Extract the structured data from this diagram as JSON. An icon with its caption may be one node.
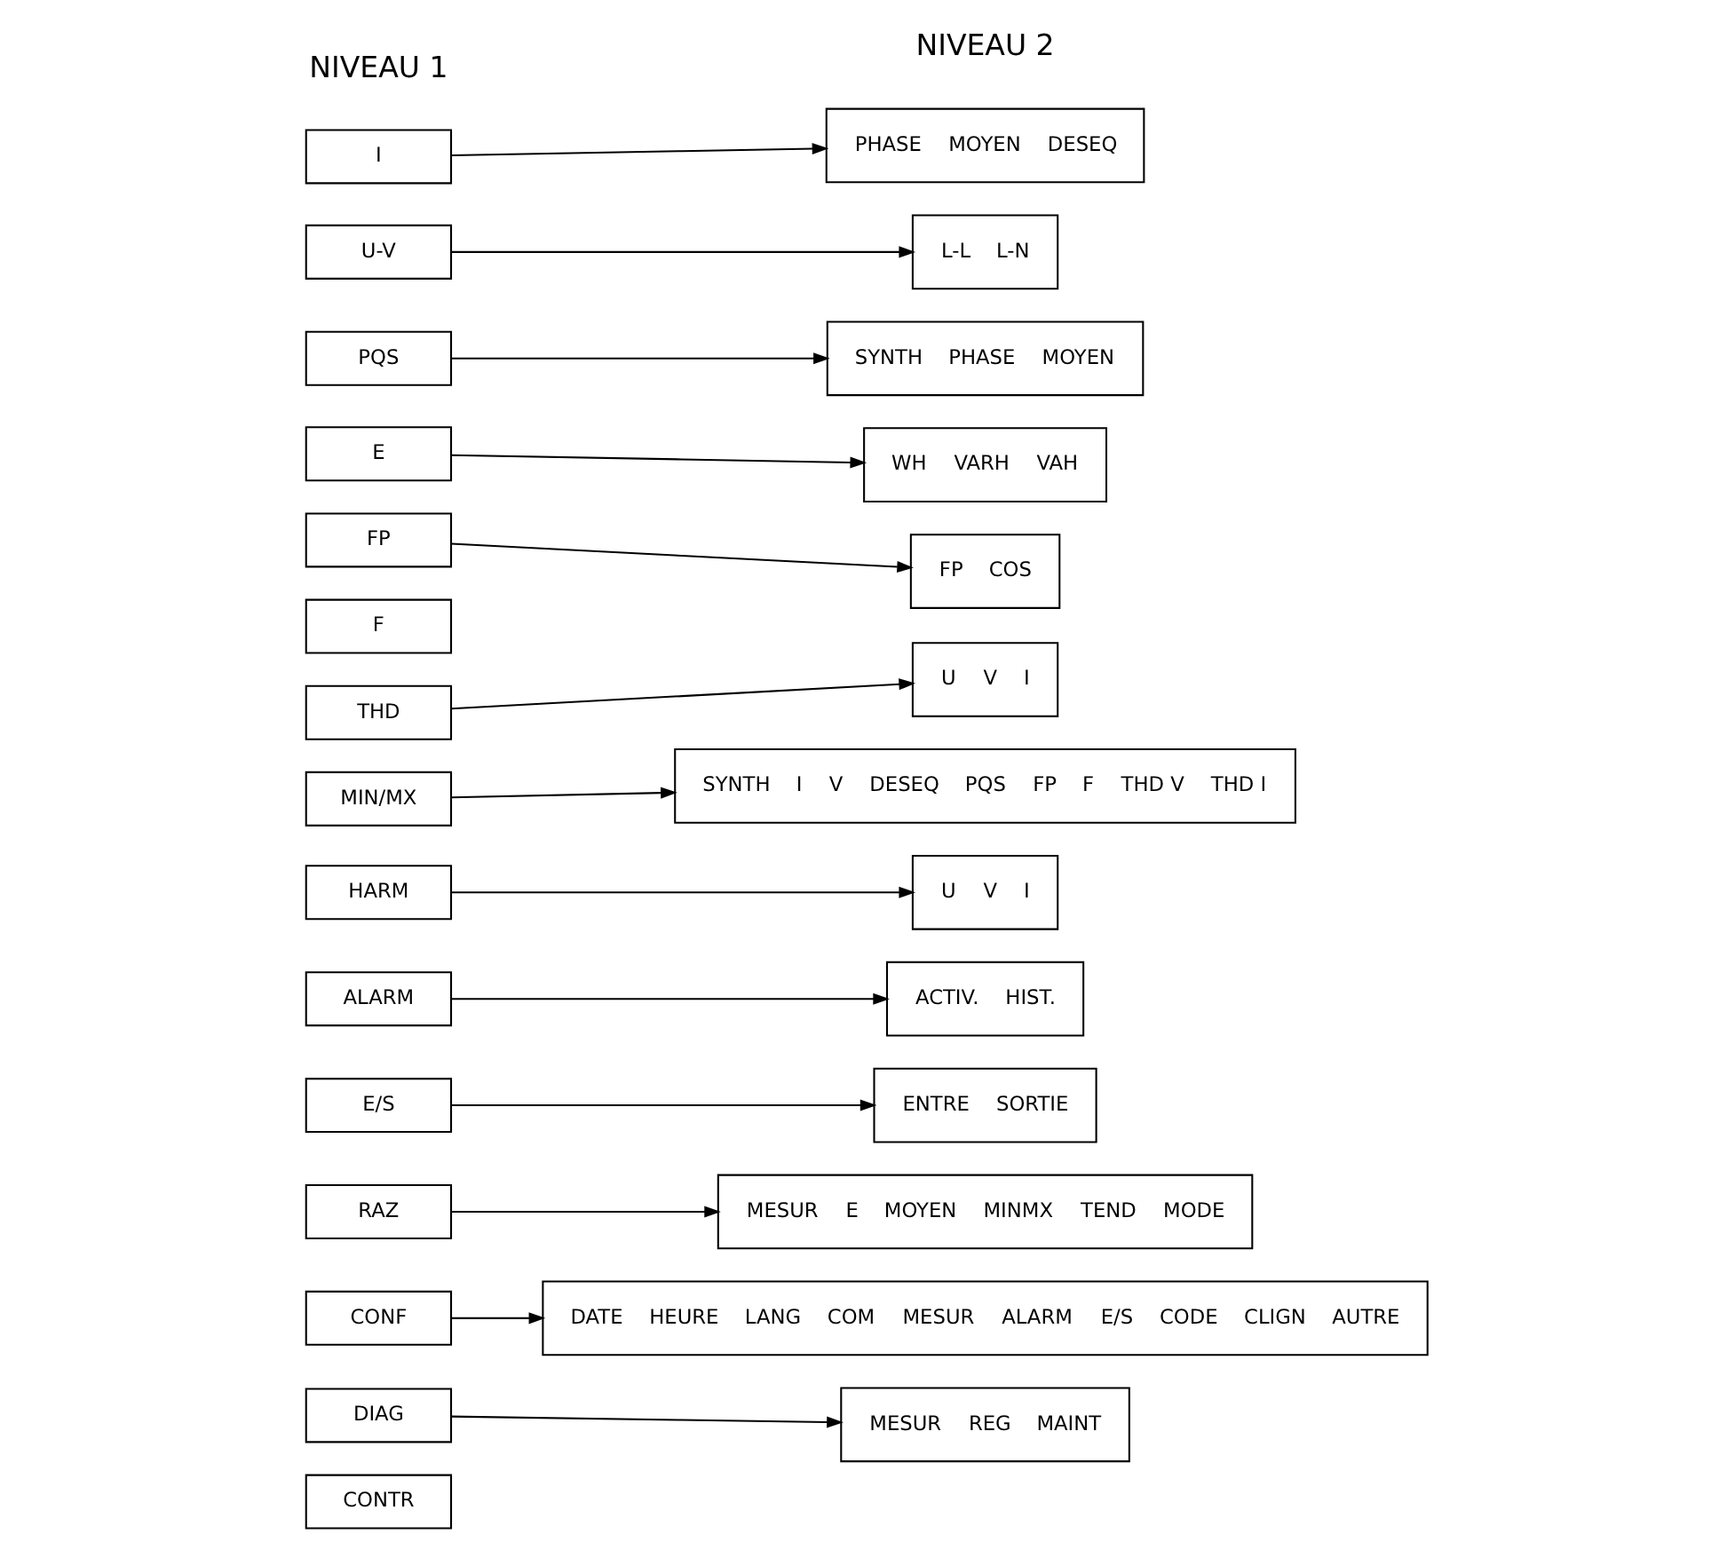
{
  "diagram": {
    "nodes": [
      {
        "text": [
          "I"
        ]
      },
      {
        "text": [
          "PHASE",
          "MOYEN",
          "DESEQ"
        ]
      },
      {
        "text": [
          "U-V"
        ]
      },
      {
        "text": [
          "L-L",
          "L-N"
        ]
      },
      {
        "text": [
          "PQS"
        ]
      },
      {
        "text": [
          "SYNTH",
          "PHASE",
          "MOYEN"
        ]
      },
      {
        "text": [
          "E"
        ]
      },
      {
        "text": [
          "WH",
          "VARH",
          "VAH"
        ]
      },
      {
        "text": [
          "FP"
        ]
      },
      {
        "text": [
          "FP",
          "COS"
        ]
      },
      {
        "text": [
          "F"
        ]
      },
      {
        "text": [
          "THD"
        ]
      },
      {
        "text": [
          "U",
          "V",
          "I"
        ]
      },
      {
        "text": [
          "MIN/MX"
        ]
      },
      {
        "text": [
          "SYNTH",
          "I",
          "V",
          "DESEQ",
          "PQS",
          "FP",
          "F",
          "THD V",
          "THD I"
        ]
      },
      {
        "text": [
          "HARM"
        ]
      },
      {
        "text": [
          "U",
          "V",
          "I"
        ]
      },
      {
        "text": [
          "ALARM"
        ]
      },
      {
        "text": [
          "ACTIV.",
          "HIST."
        ]
      },
      {
        "text": [
          "E/S"
        ]
      },
      {
        "text": [
          "ENTRE",
          "SORTIE"
        ]
      },
      {
        "text": [
          "RAZ"
        ]
      },
      {
        "text": [
          "MESUR",
          "E",
          "MOYEN",
          "MINMX",
          "TEND",
          "MODE"
        ]
      },
      {
        "text": [
          "CONF"
        ]
      },
      {
        "text": [
          "DATE",
          "HEURE",
          "LANG",
          "COM",
          "MESUR",
          "ALARM",
          "E/S",
          "CODE",
          "CLIGN",
          "AUTRE"
        ]
      },
      {
        "text": [
          "DIAG"
        ]
      },
      {
        "text": [
          "MESUR",
          "REG",
          "MAINT"
        ]
      },
      {
        "text": [
          "CONTR"
        ]
      }
    ],
    "edges": [
      {
        "from": 0,
        "to": 1,
        "arrow": "to"
      },
      {
        "from": 2,
        "to": 3,
        "arrow": "to"
      },
      {
        "from": 4,
        "to": 5,
        "arrow": "to"
      },
      {
        "from": 6,
        "to": 7,
        "arrow": "to"
      },
      {
        "from": 8,
        "to": 9,
        "arrow": "to"
      },
      {
        "from": 11,
        "to": 12,
        "arrow": "to"
      },
      {
        "from": 13,
        "to": 14,
        "arrow": "to"
      },
      {
        "from": 15,
        "to": 16,
        "arrow": "to"
      },
      {
        "from": 17,
        "to": 18,
        "arrow": "to"
      },
      {
        "from": 19,
        "to": 20,
        "arrow": "to"
      },
      {
        "from": 21,
        "to": 22,
        "arrow": "to"
      },
      {
        "from": 23,
        "to": 24,
        "arrow": "to"
      },
      {
        "from": 25,
        "to": 26,
        "arrow": "to"
      }
    ],
    "labels": [
      "NIVEAU 1",
      "NIVEAU 2"
    ]
  }
}
